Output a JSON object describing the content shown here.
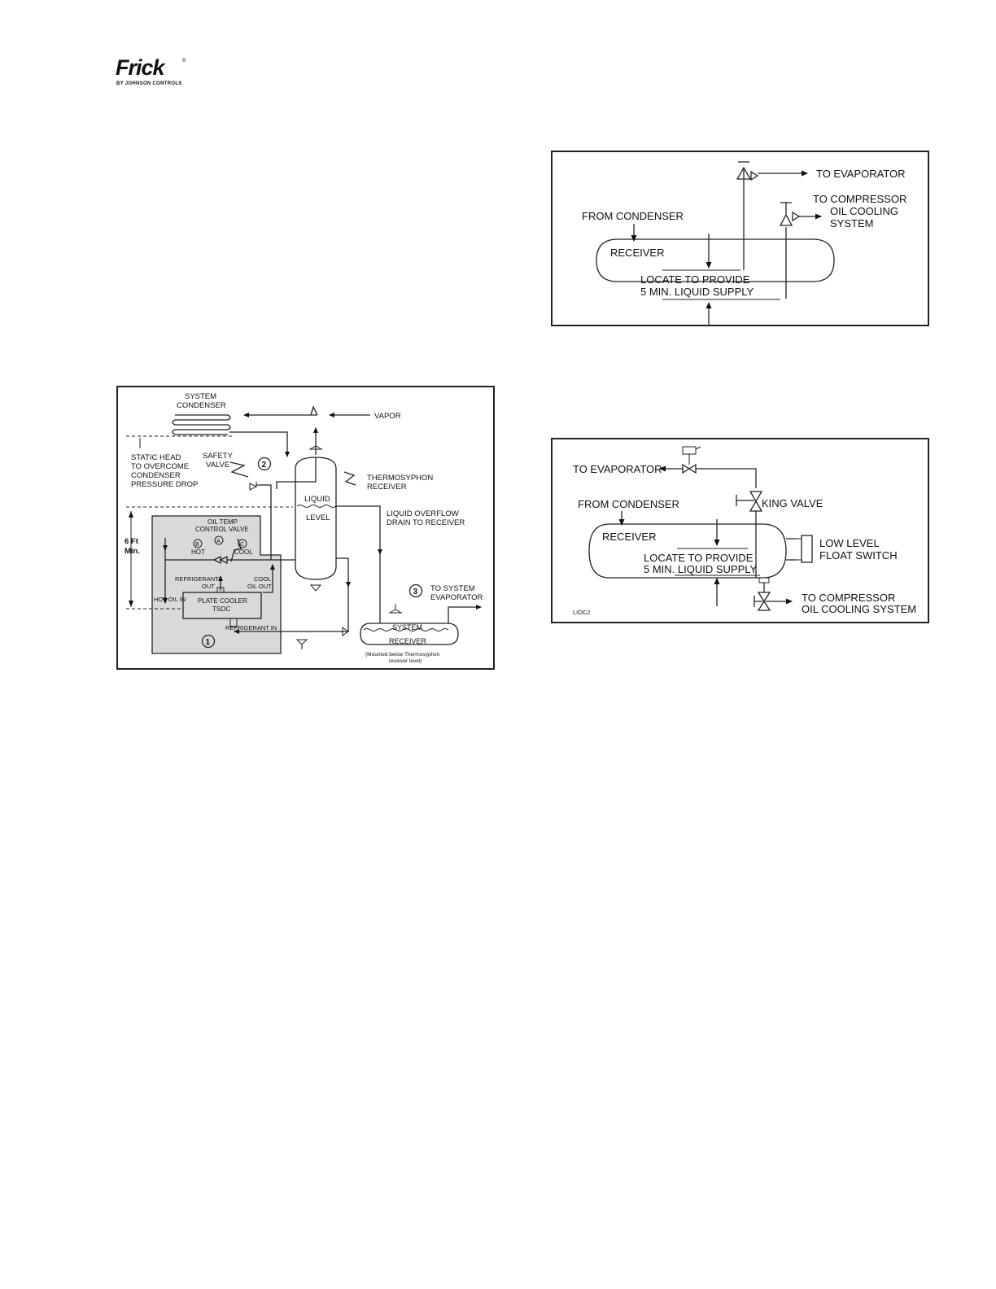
{
  "logo": {
    "brand": "Frick",
    "tm": "®",
    "subtitle": "BY JOHNSON CONTROLS"
  },
  "fig1": {
    "system_condenser": [
      "SYSTEM",
      "CONDENSER"
    ],
    "vapor": "VAPOR",
    "static_head": [
      "STATIC HEAD",
      "TO OVERCOME",
      "CONDENSER",
      "PRESSURE DROP"
    ],
    "safety_valve": [
      "SAFETY",
      "VALVE"
    ],
    "num2": "2",
    "thermosyphon_receiver": [
      "THERMOSYPHON",
      "RECEIVER"
    ],
    "liquid": "LIQUID",
    "level": "LEVEL",
    "liquid_overflow": [
      "LIQUID OVERFLOW",
      "DRAIN TO RECEIVER"
    ],
    "six_ft": [
      "6 Ft",
      "Min."
    ],
    "oil_temp_control_valve": [
      "OIL TEMP",
      "CONTROL VALVE"
    ],
    "port_a": "A",
    "port_b": "B",
    "port_c": "C",
    "hot": "HOT",
    "cool": "COOL",
    "refrigerant_out": [
      "REFRIGERANT",
      "OUT"
    ],
    "cool_oil_out": [
      "COOL",
      "OIL OUT"
    ],
    "hot_oil_in": "HOT OIL IN",
    "plate_cooler": [
      "PLATE COOLER",
      "TSOC"
    ],
    "refrigerant_in": "REFRIGERANT IN",
    "num1": "1",
    "num3": "3",
    "to_system_evaporator": [
      "TO SYSTEM",
      "EVAPORATOR"
    ],
    "system_receiver": [
      "SYSTEM",
      "RECEIVER"
    ],
    "mounted_below": [
      "(Mounted below Thermosyphon",
      "receiver level)"
    ]
  },
  "fig2": {
    "to_evaporator": "TO EVAPORATOR",
    "to_compressor": [
      "TO COMPRESSOR",
      "OIL COOLING",
      "SYSTEM"
    ],
    "from_condenser": "FROM CONDENSER",
    "receiver": "RECEIVER",
    "locate": [
      "LOCATE TO PROVIDE",
      "5 MIN. LIQUID SUPPLY"
    ]
  },
  "fig3": {
    "to_evaporator": "TO EVAPORATOR",
    "from_condenser": "FROM CONDENSER",
    "king_valve": "KING VALVE",
    "receiver": "RECEIVER",
    "low_level": [
      "LOW LEVEL",
      "FLOAT SWITCH"
    ],
    "locate": [
      "LOCATE TO PROVIDE",
      "5 MIN. LIQUID SUPPLY"
    ],
    "to_compressor": [
      "TO COMPRESSOR",
      "OIL COOLING SYSTEM"
    ],
    "code": "LIOC2"
  }
}
